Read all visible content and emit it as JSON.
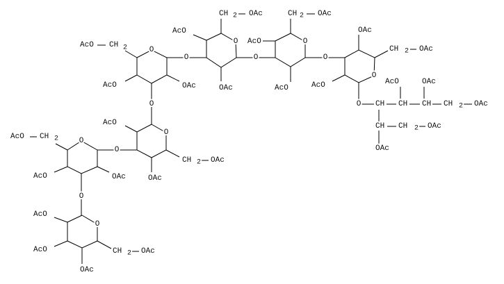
{
  "diagram": {
    "type": "chemical-structure",
    "labels": [
      "AcO",
      "CH",
      "2",
      "O",
      "AcO",
      "OAc",
      "O",
      "O",
      "CH",
      "2",
      "OAc",
      "AcO",
      "O",
      "OAc",
      "O",
      "CH",
      "2",
      "OAc",
      "AcO",
      "O",
      "AcO",
      "O",
      "OAc",
      "CH",
      "2",
      "OAc",
      "O",
      "AcO",
      "O",
      "CH",
      "CH",
      "CH",
      "CH",
      "2",
      "OAc",
      "AcO",
      "OAc",
      "CH",
      "CH",
      "2",
      "OAc",
      "OAc",
      "AcO",
      "O",
      "CH",
      "2",
      "OAc",
      "OAc",
      "O",
      "AcO",
      "CH",
      "2",
      "O",
      "AcO",
      "OAc",
      "O",
      "AcO",
      "O",
      "AcO",
      "OAc",
      "CH",
      "2",
      "OAc"
    ]
  }
}
